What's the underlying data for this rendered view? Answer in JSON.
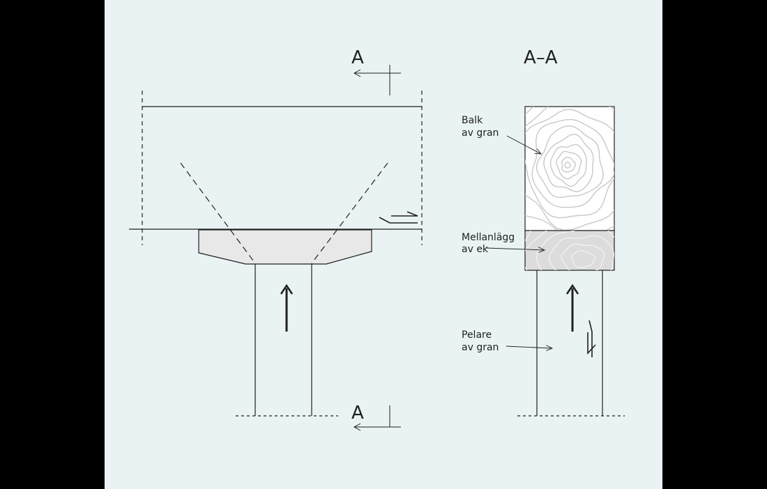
{
  "colors": {
    "background": "#e9f3f4",
    "outside": "#000000",
    "line": "#1f1f1f",
    "pad_fill": "#e8e8e8",
    "grain": "#c8c8c8"
  },
  "section_marks": {
    "top": "A",
    "bottom": "A"
  },
  "section_title": "A–A",
  "labels": {
    "beam": [
      "Balk",
      "av gran"
    ],
    "pad": [
      "Mellanlägg",
      "av ek"
    ],
    "column": [
      "Pelare",
      "av gran"
    ]
  }
}
